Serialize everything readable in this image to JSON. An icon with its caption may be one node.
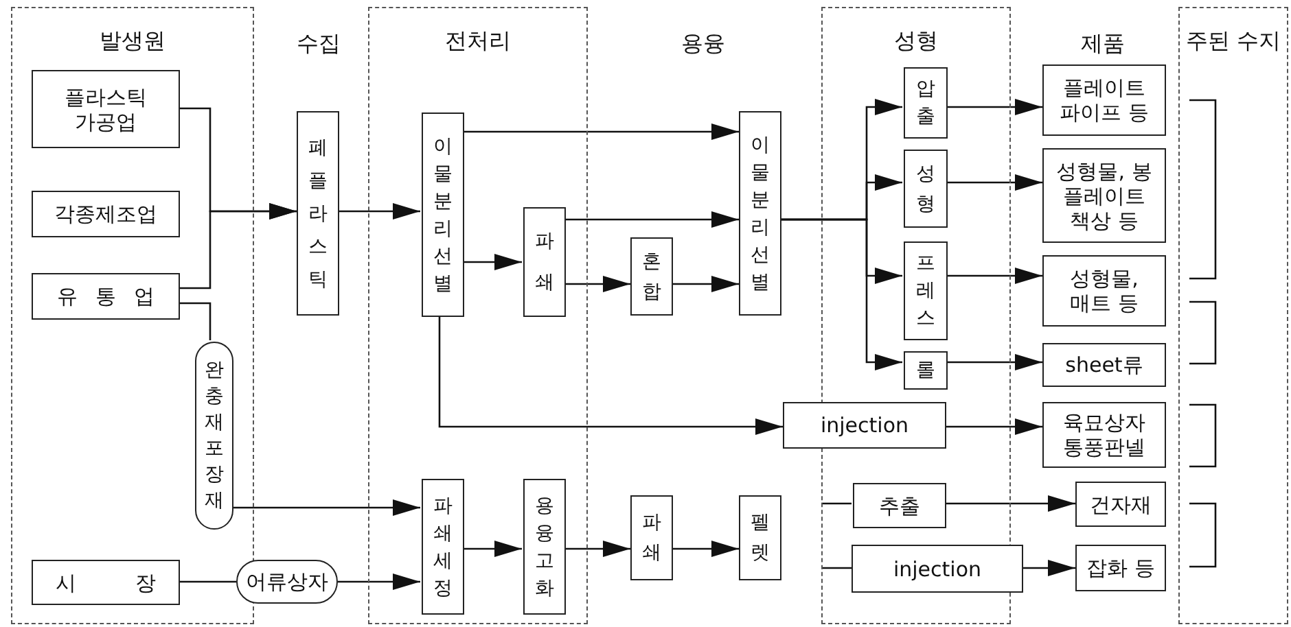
{
  "diagram": {
    "nodes": [
      {
        "text": [
          "발생원"
        ]
      },
      {
        "text": [
          "플라스틱 가공업"
        ],
        "in": 0
      },
      {
        "text": [
          "각종제조업"
        ],
        "in": 0
      },
      {
        "text": [
          "유 통 업"
        ],
        "in": 0
      },
      {
        "text": [
          "완충재포장재"
        ],
        "in": 0
      },
      {
        "text": [
          "시 장"
        ],
        "in": 0
      },
      {
        "text": [
          "어류상자"
        ]
      },
      {
        "text": [
          "폐플라스틱"
        ]
      },
      {
        "text": [
          "전처리"
        ]
      },
      {
        "text": [
          "이물분리선별"
        ],
        "in": 8
      },
      {
        "text": [
          "파쇄"
        ],
        "in": 8
      },
      {
        "text": [
          "파쇄세정"
        ],
        "in": 8
      },
      {
        "text": [
          "용융고화"
        ],
        "in": 8
      },
      {
        "text": [
          "혼합"
        ]
      },
      {
        "text": [
          "이물분리선별"
        ]
      },
      {
        "text": [
          "파쇄"
        ]
      },
      {
        "text": [
          "펠렛"
        ]
      },
      {
        "text": [
          "성형"
        ]
      },
      {
        "text": [
          "압출"
        ],
        "in": 17
      },
      {
        "text": [
          "성형"
        ],
        "in": 17
      },
      {
        "text": [
          "프레스"
        ],
        "in": 17
      },
      {
        "text": [
          "롤"
        ],
        "in": 17
      },
      {
        "text": [
          "injection"
        ]
      },
      {
        "text": [
          "추출"
        ],
        "in": 17
      },
      {
        "text": [
          "injection"
        ]
      },
      {
        "text": [
          "플레이트 파이프 등"
        ]
      },
      {
        "text": [
          "성형물, 봉 플레이트 책상 등"
        ]
      },
      {
        "text": [
          "성형물, 매트 등"
        ]
      },
      {
        "text": [
          "sheet류"
        ]
      },
      {
        "text": [
          "육묘상자 통풍판넬"
        ]
      },
      {
        "text": [
          "건자재"
        ]
      },
      {
        "text": [
          "잡화 등"
        ]
      },
      {
        "text": [
          "주된 수지"
        ]
      }
    ],
    "edges": [
      {
        "from": 1,
        "to": 7,
        "arrow": "to"
      },
      {
        "from": 3,
        "to": 7,
        "arrow": "to"
      },
      {
        "from": 3,
        "to": 4,
        "arrow": "none"
      },
      {
        "from": 4,
        "to": 11,
        "arrow": "to"
      },
      {
        "from": 5,
        "to": 6,
        "arrow": "none"
      },
      {
        "from": 6,
        "to": 11,
        "arrow": "to"
      },
      {
        "from": 7,
        "to": 9,
        "arrow": "to"
      },
      {
        "from": 9,
        "to": 14,
        "arrow": "to"
      },
      {
        "from": 9,
        "to": 10,
        "arrow": "to"
      },
      {
        "from": 10,
        "to": 14,
        "arrow": "to"
      },
      {
        "from": 10,
        "to": 13,
        "arrow": "to"
      },
      {
        "from": 13,
        "to": 14,
        "arrow": "to"
      },
      {
        "from": 9,
        "to": 22,
        "arrow": "to"
      },
      {
        "from": 11,
        "to": 12,
        "arrow": "to"
      },
      {
        "from": 12,
        "to": 15,
        "arrow": "to"
      },
      {
        "from": 15,
        "to": 16,
        "arrow": "to"
      },
      {
        "from": 14,
        "to": 18,
        "arrow": "to"
      },
      {
        "from": 14,
        "to": 19,
        "arrow": "to"
      },
      {
        "from": 14,
        "to": 20,
        "arrow": "to"
      },
      {
        "from": 14,
        "to": 21,
        "arrow": "to"
      },
      {
        "from": 18,
        "to": 25,
        "arrow": "to"
      },
      {
        "from": 19,
        "to": 26,
        "arrow": "to"
      },
      {
        "from": 20,
        "to": 27,
        "arrow": "to"
      },
      {
        "from": 21,
        "to": 28,
        "arrow": "to"
      },
      {
        "from": 22,
        "to": 29,
        "arrow": "to"
      },
      {
        "from": 17,
        "to": 23,
        "arrow": "none"
      },
      {
        "from": 23,
        "to": 30,
        "arrow": "to"
      },
      {
        "from": 17,
        "to": 24,
        "arrow": "none"
      },
      {
        "from": 24,
        "to": 31,
        "arrow": "to"
      }
    ],
    "labels": [
      "수집",
      "용융",
      "제품"
    ]
  }
}
